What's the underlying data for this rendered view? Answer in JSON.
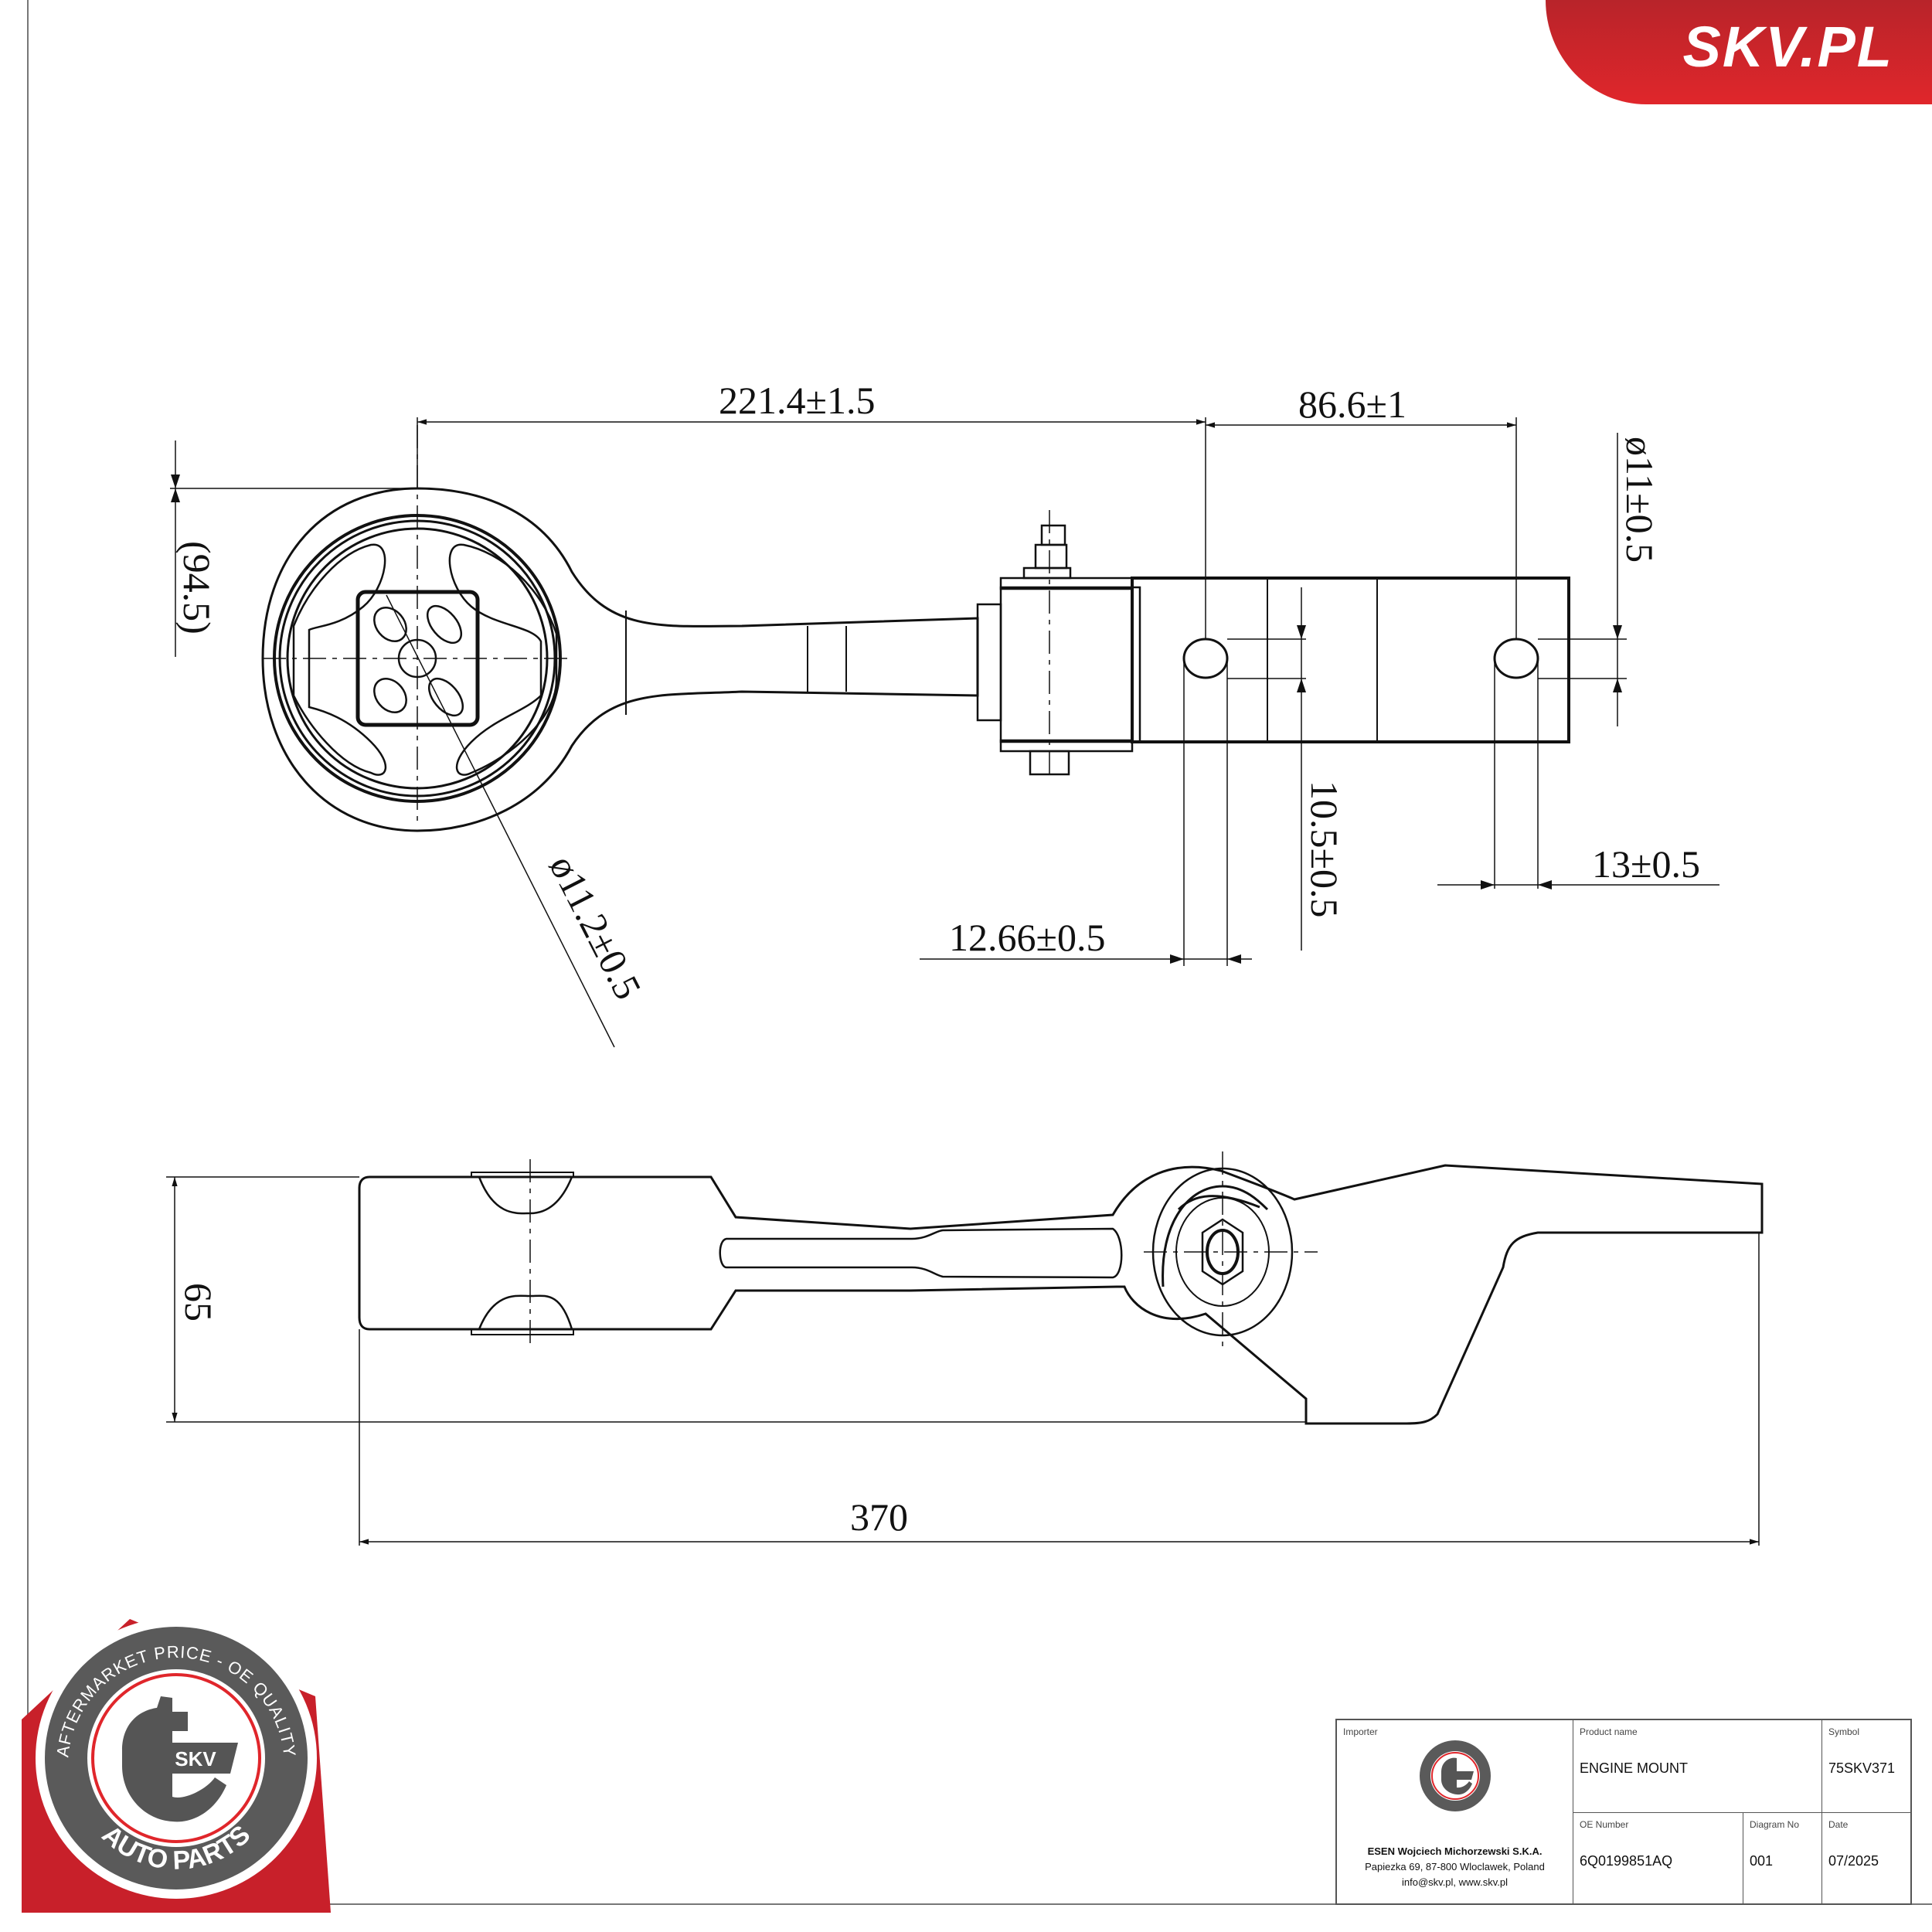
{
  "brand": {
    "logo_text": "SKV.PL",
    "accent_color": "#e0262b"
  },
  "badge": {
    "top_arc": "AFTERMARKET PRICE - OE QUALITY",
    "bottom_arc": "AUTO PARTS",
    "center": "SKV"
  },
  "top_view": {
    "dimensions": {
      "d1": "221.4±1.5",
      "d2": "86.6±1",
      "d3": "(94.5)",
      "d4": "ø11±0.5",
      "d5": "ø11.2±0.5",
      "d6": "10.5±0.5",
      "d7": "13±0.5",
      "d8": "12.66±0.5"
    }
  },
  "side_view": {
    "dimensions": {
      "height": "65",
      "length": "370"
    }
  },
  "title_block": {
    "importer_label": "Importer",
    "importer_name": "ESEN Wojciech Michorzewski S.K.A.",
    "importer_address": "Papiezka 69, 87-800 Wloclawek, Poland",
    "importer_contact": "info@skv.pl, www.skv.pl",
    "product_name_label": "Product name",
    "product_name": "ENGINE MOUNT",
    "symbol_label": "Symbol",
    "symbol": "75SKV371",
    "oe_number_label": "OE Number",
    "oe_number": "6Q0199851AQ",
    "diagram_no_label": "Diagram No",
    "diagram_no": "001",
    "date_label": "Date",
    "date": "07/2025"
  }
}
